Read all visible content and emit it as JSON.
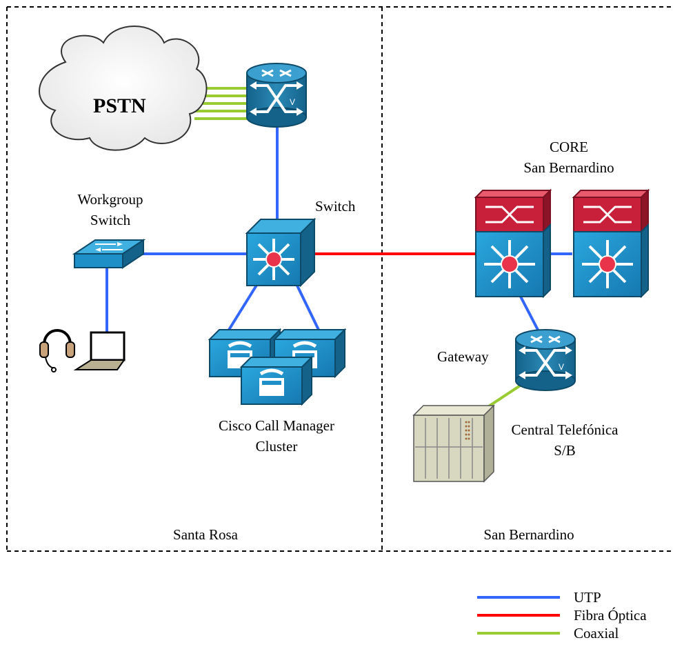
{
  "labels": {
    "pstn": "PSTN",
    "workgroup_switch": [
      "Workgroup",
      "Switch"
    ],
    "switch": "Switch",
    "core": [
      "CORE",
      "San Bernardino"
    ],
    "gateway": "Gateway",
    "call_manager": [
      "Cisco Call Manager",
      "Cluster"
    ],
    "central": [
      "Central Telefónica",
      "S/B"
    ],
    "site_left": "Santa Rosa",
    "site_right": "San Bernardino"
  },
  "legend": [
    {
      "label": "UTP",
      "color": "#3366ff"
    },
    {
      "label": "Fibra Óptica",
      "color": "#ff0000"
    },
    {
      "label": "Coaxial",
      "color": "#99cc33"
    }
  ],
  "colors": {
    "cisco_blue": "#1f8fc7",
    "cisco_blue_dark": "#11648f",
    "core_red": "#c8203a",
    "router_teal": "#1a6f96",
    "pbx_beige": "#d8d8c0"
  }
}
